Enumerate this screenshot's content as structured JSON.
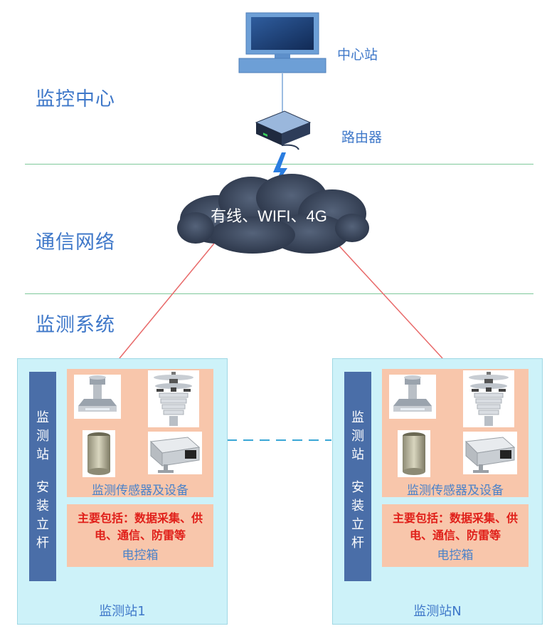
{
  "sections": {
    "control_center": "监控中心",
    "network": "通信网络",
    "monitoring_system": "监测系统"
  },
  "nodes": {
    "central_station": "中心站",
    "router": "路由器",
    "network_cloud": "有线、WIFI、4G"
  },
  "stations": [
    {
      "name": "监测站1",
      "pole_label_top": [
        "监",
        "测",
        "站"
      ],
      "pole_label_bottom": [
        "安",
        "装",
        "立",
        "杆"
      ],
      "sensors_caption": "监测传感器及设备",
      "cabinet_desc_line1": "主要包括：数据采集、供",
      "cabinet_desc_line2": "电、通信、防雷等",
      "cabinet_label": "电控箱"
    },
    {
      "name": "监测站N",
      "pole_label_top": [
        "监",
        "测",
        "站"
      ],
      "pole_label_bottom": [
        "安",
        "装",
        "立",
        "杆"
      ],
      "sensors_caption": "监测传感器及设备",
      "cabinet_desc_line1": "主要包括：数据采集、供",
      "cabinet_desc_line2": "电、通信、防雷等",
      "cabinet_label": "电控箱"
    }
  ],
  "icons": [
    "computer-monitor-icon",
    "router-icon",
    "lightning-icon",
    "cloud-icon",
    "solar-radiation-sensor-icon",
    "weather-station-icon",
    "rain-gauge-icon",
    "camera-icon"
  ],
  "colors": {
    "label_blue": "#3f78c9",
    "divider_green": "#7fc99a",
    "station_bg": "#cdf2f9",
    "pole_blue": "#4a6ea8",
    "panel_salmon": "#f8c6ab",
    "highlight_red": "#e0201a",
    "link_red": "#e86a6a",
    "dash_blue": "#3aa7d6"
  }
}
